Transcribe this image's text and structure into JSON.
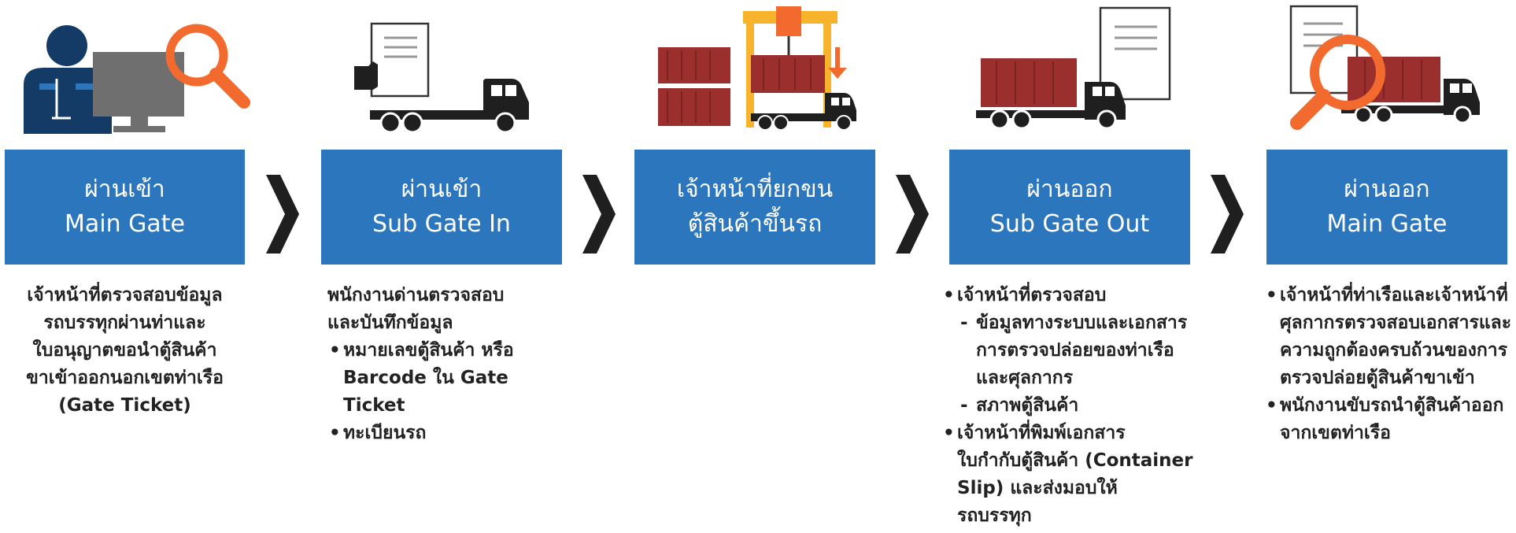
{
  "colors": {
    "box_blue": "#2b76bd",
    "orange": "#f26a2e",
    "navy": "#143a66",
    "container_red": "#9b2f2e",
    "crane_yellow": "#f7b32b",
    "truck_black": "#1f1f1f"
  },
  "steps": [
    {
      "title_th": "ผ่านเข้า",
      "title_en": "Main Gate",
      "icon": "officer-computer-magnifier",
      "desc_lines": [
        "เจ้าหน้าที่ตรวจสอบข้อมูล",
        "รถบรรทุกผ่านท่าและ",
        "ใบอนุญาตขอนำตู้สินค้า",
        "ขาเข้าออกนอกเขตท่าเรือ",
        "(Gate Ticket)"
      ]
    },
    {
      "title_th": "ผ่านเข้า",
      "title_en": "Sub Gate In",
      "icon": "truck-hand-document",
      "desc_lines": [
        "พนักงานด่านตรวจสอบ",
        "และบันทึกข้อมูล"
      ],
      "bullets": [
        "หมายเลขตู้สินค้า หรือ",
        "Barcode ใน Gate Ticket",
        "ทะเบียนรถ"
      ]
    },
    {
      "title_th": "เจ้าหน้าที่ยกขน",
      "title_en": "ตู้สินค้าขึ้นรถ",
      "icon": "crane-container-truck"
    },
    {
      "title_th": "ผ่านออก",
      "title_en": "Sub Gate Out",
      "icon": "truck-container-document",
      "bullet1": "เจ้าหน้าที่ตรวจสอบ",
      "dash1_lines": [
        "ข้อมูลทางระบบและเอกสาร",
        "การตรวจปล่อยของท่าเรือ",
        "และศุลกากร"
      ],
      "dash2": "สภาพตู้สินค้า",
      "bullet2_lines": [
        "เจ้าหน้าที่พิมพ์เอกสาร",
        "ใบกำกับตู้สินค้า (Container",
        "Slip) และส่งมอบให้",
        "รถบรรทุก"
      ]
    },
    {
      "title_th": "ผ่านออก",
      "title_en": "Main Gate",
      "icon": "magnifier-truck-document",
      "bullet1_lines": [
        "เจ้าหน้าที่ท่าเรือและเจ้าหน้าที่",
        "ศุลกากรตรวจสอบเอกสารและ",
        "ความถูกต้องครบถ้วนของการ",
        "ตรวจปล่อยตู้สินค้าขาเข้า"
      ],
      "bullet2_lines": [
        "พนักงานขับรถนำตู้สินค้าออก",
        "จากเขตท่าเรือ"
      ]
    }
  ]
}
